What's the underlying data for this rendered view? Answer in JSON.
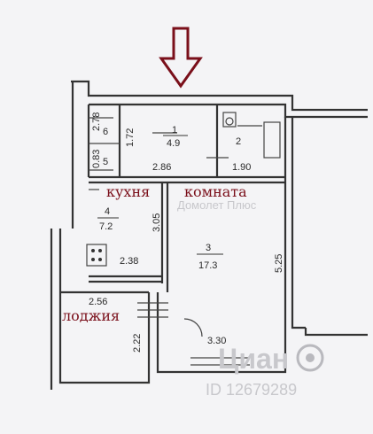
{
  "labels": {
    "kitchen": "кухня",
    "room": "комната",
    "loggia": "лоджия"
  },
  "rooms": [
    {
      "num": "1",
      "area": "4.9"
    },
    {
      "num": "2",
      "area": ""
    },
    {
      "num": "3",
      "area": "17.3"
    },
    {
      "num": "4",
      "area": "7.2"
    },
    {
      "num": "6",
      "area": ""
    },
    {
      "num": "5",
      "area": ""
    }
  ],
  "dimensions": {
    "d_2_78": "2.78",
    "d_1_72": "1.72",
    "d_0_83": "0.83",
    "d_2_86": "2.86",
    "d_1_90": "1.90",
    "d_3_05": "3.05",
    "d_5_25": "5.25",
    "d_2_38": "2.38",
    "d_2_56": "2.56",
    "d_2_22": "2.22",
    "d_3_30": "3.30"
  },
  "watermark": {
    "brand": "Циан",
    "id": "ID 12679289",
    "faint": "Домолет Плюс"
  },
  "colors": {
    "arrow": "#7a0f1a",
    "label": "#7a0f1a",
    "wall": "#333333"
  },
  "icons": {
    "entrance": "down-arrow-icon",
    "brand": "cian-logo-icon"
  }
}
